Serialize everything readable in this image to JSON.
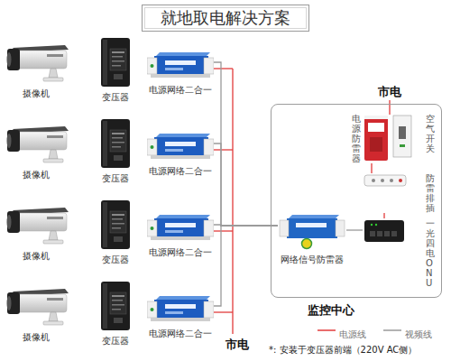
{
  "diagram": {
    "title": "就地取电解决方案",
    "nodes": [
      {
        "text": [
          "摄像机"
        ]
      },
      {
        "text": [
          "变压器"
        ]
      },
      {
        "text": [
          "电源网络二合一"
        ]
      },
      {
        "text": [
          "摄像机"
        ]
      },
      {
        "text": [
          "变压器"
        ]
      },
      {
        "text": [
          "电源网络二合一"
        ]
      },
      {
        "text": [
          "摄像机"
        ]
      },
      {
        "text": [
          "变压器"
        ]
      },
      {
        "text": [
          "电源网络二合一"
        ]
      },
      {
        "text": [
          "摄像机"
        ]
      },
      {
        "text": [
          "变压器"
        ]
      },
      {
        "text": [
          "电源网络二合一"
        ]
      },
      {
        "text": [
          "监控中心"
        ]
      },
      {
        "text": [
          "电源防雷器"
        ],
        "in": 12
      },
      {
        "text": [
          "空气开关"
        ],
        "in": 12
      },
      {
        "text": [
          "防雷排插"
        ],
        "in": 12
      },
      {
        "text": [
          "一光四电ONU"
        ],
        "in": 12
      },
      {
        "text": [
          "网络信号防雷器"
        ],
        "in": 12
      }
    ],
    "edges": [
      {
        "from": 2,
        "to": 17,
        "arrow": "none"
      },
      {
        "from": 5,
        "to": 17,
        "arrow": "none"
      },
      {
        "from": 8,
        "to": 17,
        "arrow": "none"
      },
      {
        "from": 11,
        "to": 17,
        "arrow": "none"
      },
      {
        "from": 17,
        "to": 16,
        "arrow": "none"
      },
      {
        "from": 13,
        "to": 15,
        "arrow": "none"
      },
      {
        "from": 15,
        "to": 16,
        "arrow": "none"
      }
    ],
    "labels": [
      "市电",
      "市电",
      "*: 安装于变压器前端（220V AC侧）"
    ],
    "legend": [
      {
        "text": "电源线"
      },
      {
        "text": "视频线"
      }
    ]
  }
}
